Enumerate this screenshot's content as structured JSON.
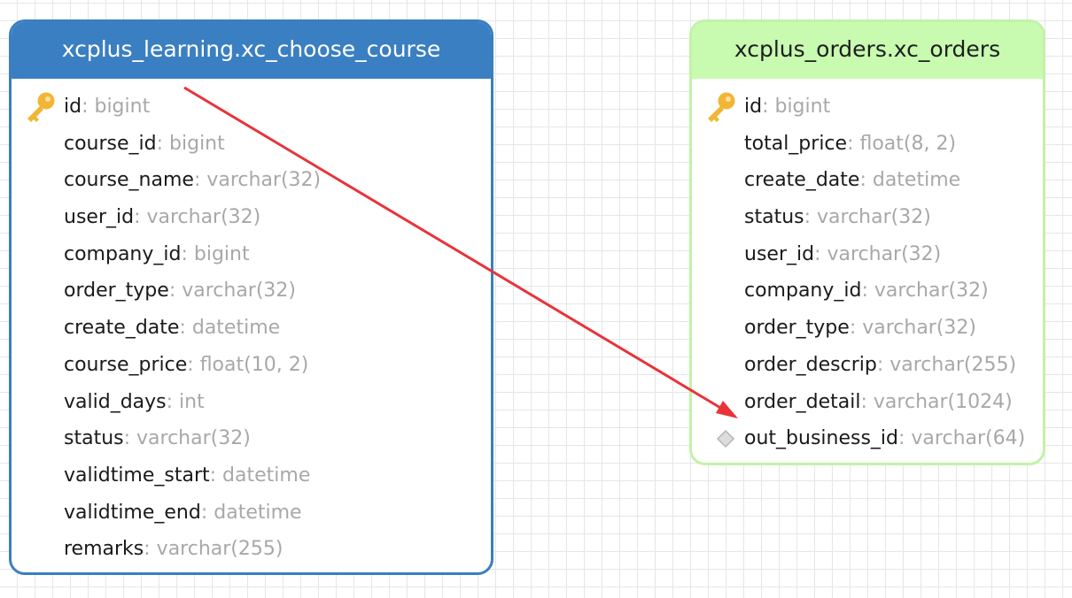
{
  "entities": [
    {
      "id": "left",
      "title": "xcplus_learning.xc_choose_course",
      "fields": [
        {
          "name": "id",
          "type": ": bigint",
          "icon": "primary-key-icon"
        },
        {
          "name": "course_id",
          "type": ": bigint"
        },
        {
          "name": "course_name",
          "type": ": varchar(32)"
        },
        {
          "name": "user_id",
          "type": ": varchar(32)"
        },
        {
          "name": "company_id",
          "type": ": bigint"
        },
        {
          "name": "order_type",
          "type": ": varchar(32)"
        },
        {
          "name": "create_date",
          "type": ": datetime"
        },
        {
          "name": "course_price",
          "type": ": float(10, 2)"
        },
        {
          "name": "valid_days",
          "type": ": int"
        },
        {
          "name": "status",
          "type": ": varchar(32)"
        },
        {
          "name": "validtime_start",
          "type": ": datetime"
        },
        {
          "name": "validtime_end",
          "type": ": datetime"
        },
        {
          "name": "remarks",
          "type": ": varchar(255)"
        }
      ]
    },
    {
      "id": "right",
      "title": "xcplus_orders.xc_orders",
      "fields": [
        {
          "name": "id",
          "type": ": bigint",
          "icon": "primary-key-icon"
        },
        {
          "name": "total_price",
          "type": ": float(8, 2)"
        },
        {
          "name": "create_date",
          "type": ": datetime"
        },
        {
          "name": "status",
          "type": ": varchar(32)"
        },
        {
          "name": "user_id",
          "type": ": varchar(32)"
        },
        {
          "name": "company_id",
          "type": ": varchar(32)"
        },
        {
          "name": "order_type",
          "type": ": varchar(32)"
        },
        {
          "name": "order_descrip",
          "type": ": varchar(255)"
        },
        {
          "name": "order_detail",
          "type": ": varchar(1024)"
        },
        {
          "name": "out_business_id",
          "type": ": varchar(64)",
          "icon": "index-diamond-icon"
        }
      ]
    }
  ],
  "relation": {
    "from": "xcplus_learning.xc_choose_course.id",
    "to": "xcplus_orders.xc_orders.out_business_id",
    "color": "#e8333a"
  },
  "colors": {
    "left_header": "#3a7fc1",
    "right_header": "#c8fab0",
    "field_type": "#a8a8a8",
    "key_icon": "#f1b635"
  }
}
